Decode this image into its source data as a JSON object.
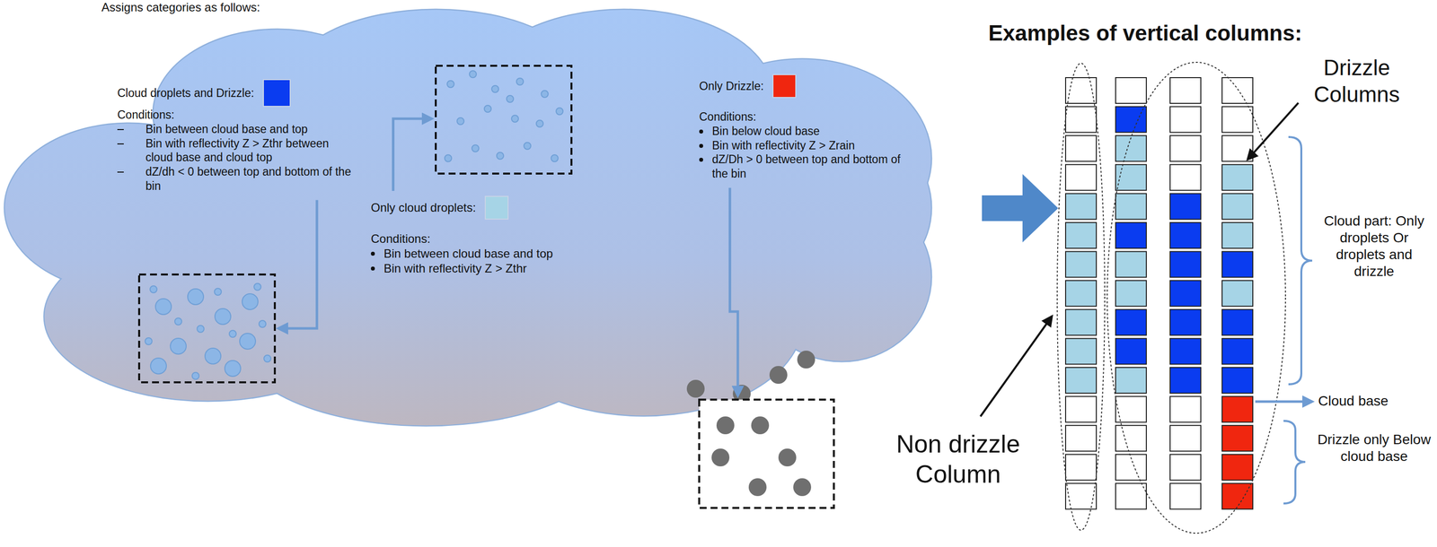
{
  "diagram": {
    "title": "Examples of vertical columns:",
    "labels": [
      "Assigns categories as follows:",
      "Conditions:",
      "Bin between cloud base and top",
      "Bin with reflectivity Z > Zthr between cloud base and cloud top",
      "dZ/dh < 0 between top and bottom of the bin",
      "Conditions:",
      "Bin between cloud base and top",
      "Bin with reflectivity Z > Zthr",
      "Conditions:",
      "Bin below cloud base",
      "Bin with reflectivity Z > Zrain",
      "dZ/Dh > 0 between top and bottom of the bin",
      "Drizzle Columns",
      "Cloud part: Only droplets Or droplets and drizzle",
      "Cloud base",
      "Drizzle only Below cloud base",
      "Non drizzle Column"
    ],
    "legend": [
      {
        "text": "Cloud droplets and Drizzle:",
        "color": "#0a3cf0"
      },
      {
        "text": "Only cloud droplets:",
        "color": "#a6d4e6"
      },
      {
        "text": "Only Drizzle:",
        "color": "#f0260f"
      }
    ]
  }
}
